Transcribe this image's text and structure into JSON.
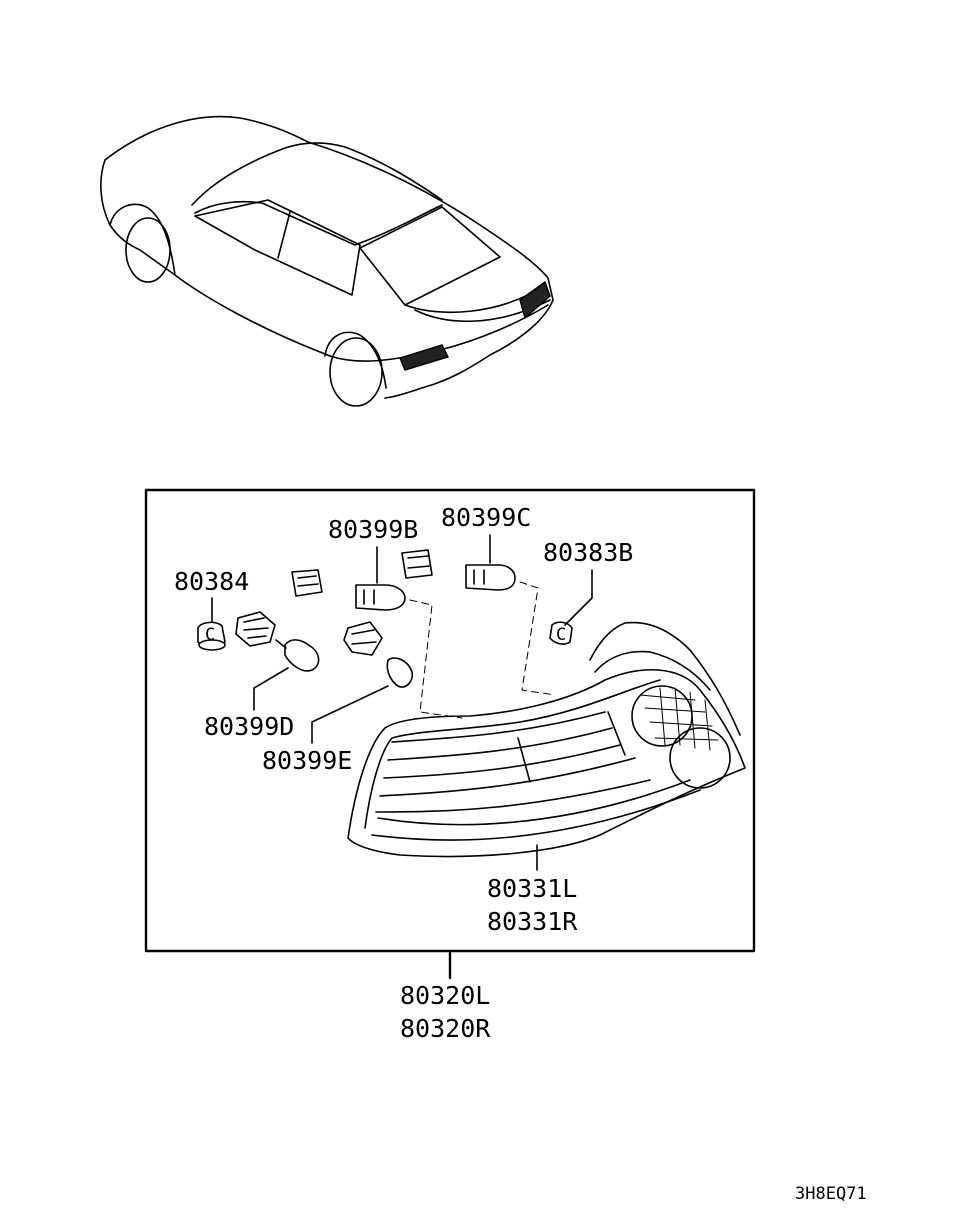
{
  "parts": {
    "p80399b": "80399B",
    "p80399c": "80399C",
    "p80383b": "80383B",
    "p80384": "80384",
    "p80399d": "80399D",
    "p80399e": "80399E",
    "p80331l": "80331L",
    "p80331r": "80331R",
    "p80320l": "80320L",
    "p80320r": "80320R"
  },
  "diagram_code": "3H8EQ71",
  "clip_mark": "C"
}
